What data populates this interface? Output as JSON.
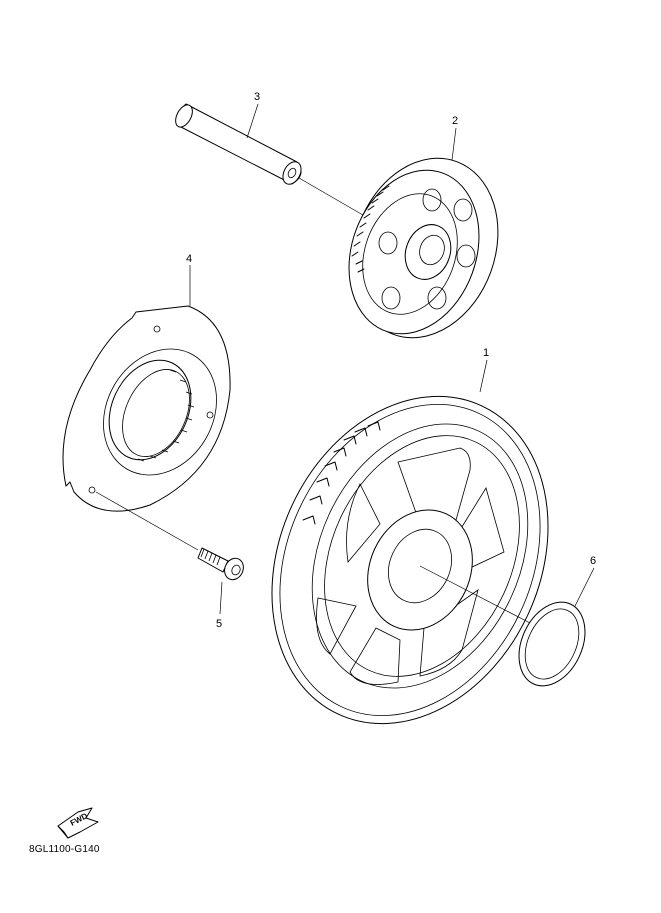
{
  "callouts": {
    "part_1": "1",
    "part_2": "2",
    "part_3": "3",
    "part_4": "4",
    "part_5": "5",
    "part_6": "6"
  },
  "fwd_label": "FWD",
  "diagram_code": "8GL1100-G140",
  "colors": {
    "line": "#000000",
    "background": "#ffffff"
  }
}
